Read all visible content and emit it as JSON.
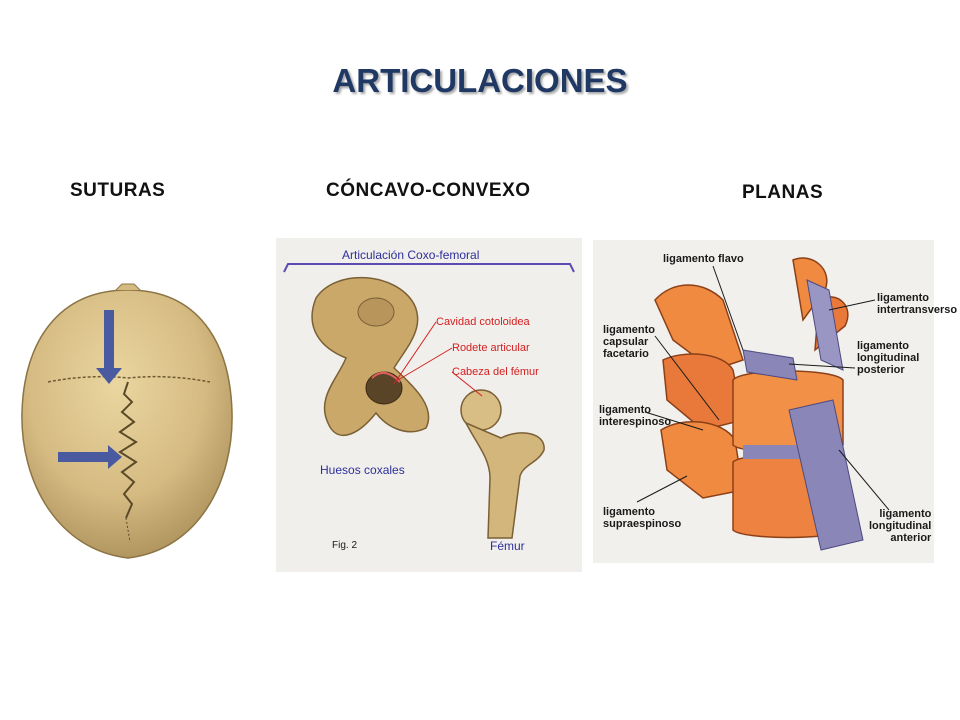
{
  "slide": {
    "title": "ARTICULACIONES"
  },
  "sections": {
    "suturas": "SUTURAS",
    "concavo_convexo": "CÓNCAVO-CONVEXO",
    "planas": "PLANAS"
  },
  "hip_figure": {
    "heading": "Articulación  Coxo-femoral",
    "labels": {
      "cavidad": "Cavidad cotoloidea",
      "rodete": "Rodete articular",
      "cabeza": "Cabeza del fémur",
      "huesos": "Huesos coxales",
      "fig": "Fig. 2",
      "femur": "Fémur"
    }
  },
  "spine_figure": {
    "labels": {
      "flavo": "ligamento flavo",
      "intertransverso": [
        "ligamento",
        "intertransverso"
      ],
      "capsular": [
        "ligamento",
        "capsular",
        "facetario"
      ],
      "long_posterior": [
        "ligamento",
        "longitudinal",
        "posterior"
      ],
      "interespinoso": [
        "ligamento",
        "interespinoso"
      ],
      "supraespinoso": [
        "ligamento",
        "supraespinoso"
      ],
      "long_anterior": [
        "ligamento",
        "longitudinal",
        "anterior"
      ]
    }
  },
  "colors": {
    "title": "#1f3864",
    "arrow": "#4a5aa0",
    "bone": "#d8c08a",
    "hip_label_red": "#d42020",
    "ligament_orange": "#f08a40",
    "ligament_purple": "#8a86b8"
  },
  "icons": {
    "arrow_down": "arrow-down-icon",
    "arrow_right": "arrow-right-icon"
  }
}
